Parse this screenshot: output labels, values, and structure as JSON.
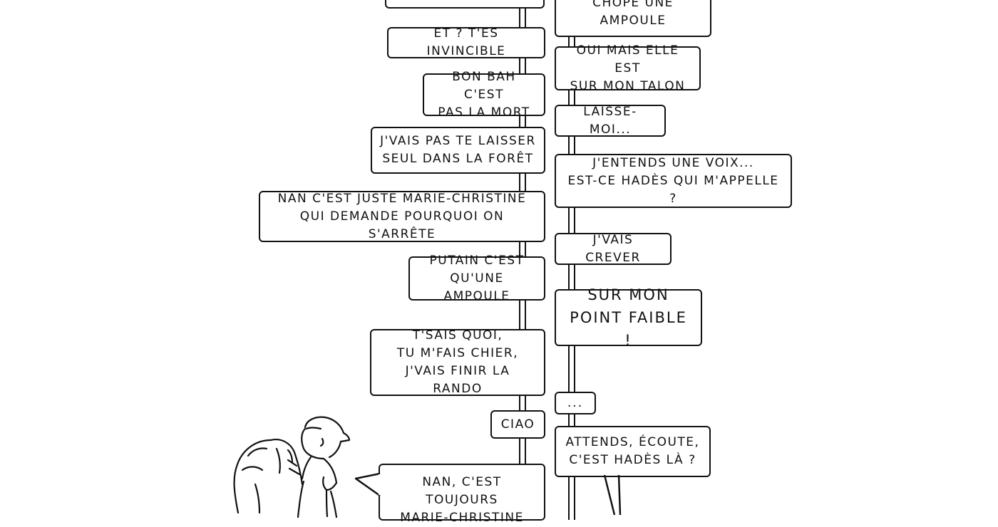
{
  "left_bubbles": [
    "",
    "ET ? T'ES INVINCIBLE",
    "BON BAH C'EST\nPAS LA MORT",
    "J'VAIS PAS TE LAISSER\nSEUL DANS LA FORÊT",
    "NAN C'EST JUSTE MARIE-CHRISTINE\nQUI DEMANDE POURQUOI ON S'ARRÊTE",
    "PUTAIN C'EST\nQU'UNE AMPOULE",
    "T'SAIS QUOI,\nTU M'FAIS CHIER,\nJ'VAIS FINIR LA RANDO",
    "CIAO",
    "NAN, C'EST TOUJOURS\nMARIE-CHRISTINE"
  ],
  "right_bubbles": [
    "MAIS J'ME SUIS\nCHOPÉ UNE AMPOULE",
    "OUI MAIS ELLE EST\nSUR MON TALON",
    "LAISSE-MOI...",
    "J'ENTENDS UNE VOIX...\nEST-CE HADÈS QUI M'APPELLE ?",
    "J'VAIS CREVER",
    "SUR MON\nPOINT FAIBLE !",
    "...",
    "ATTENDS, ÉCOUTE,\nC'EST HADÈS LÀ ?"
  ]
}
